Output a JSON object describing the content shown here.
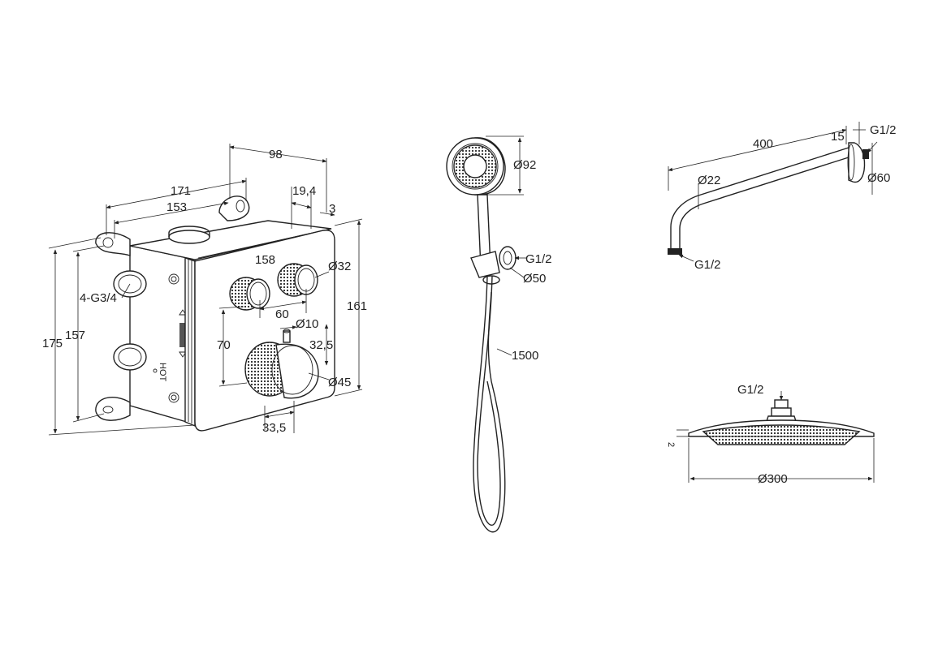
{
  "colors": {
    "line": "#222222",
    "background": "#ffffff"
  },
  "mixer_box": {
    "labels": {
      "hot": "HOT"
    },
    "dims": {
      "d98": "98",
      "d171": "171",
      "d153": "153",
      "d19_4": "19,4",
      "d3": "3",
      "d158": "158",
      "d32": "Ø32",
      "d60": "60",
      "d10": "Ø10",
      "d70": "70",
      "d32_5": "32,5",
      "d45": "Ø45",
      "d33_5": "33,5",
      "d161": "161",
      "d175": "175",
      "d157": "157",
      "thread": "4-G3/4"
    }
  },
  "hand_shower": {
    "dims": {
      "d92": "Ø92",
      "g12": "G1/2",
      "d50": "Ø50",
      "hose": "1500"
    }
  },
  "shower_arm": {
    "dims": {
      "d400": "400",
      "d15": "15",
      "g12_top": "G1/2",
      "d22": "Ø22",
      "d60": "Ø60",
      "g12_bottom": "G1/2"
    }
  },
  "rain_head": {
    "dims": {
      "g12": "G1/2",
      "d2": "2",
      "d300": "Ø300"
    }
  }
}
